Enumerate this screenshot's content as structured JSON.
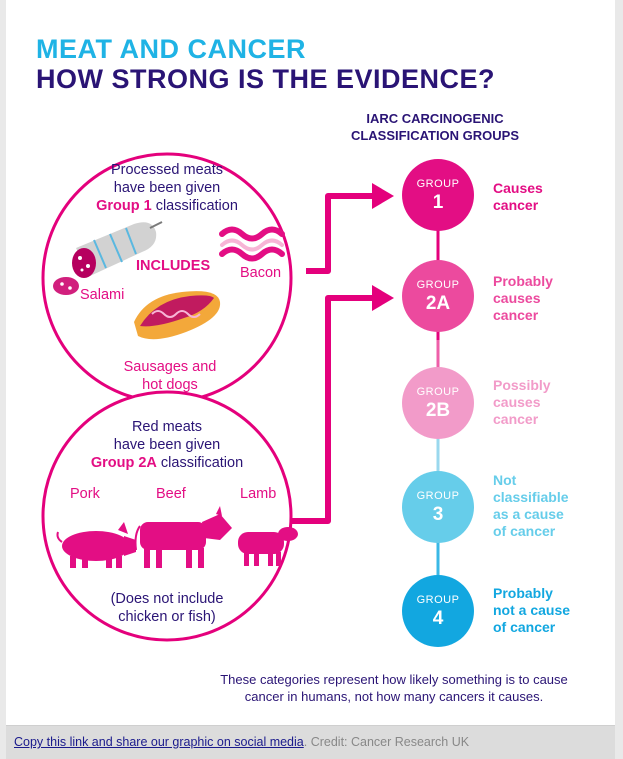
{
  "title": {
    "line1": "MEAT AND CANCER",
    "line2": "HOW STRONG IS THE EVIDENCE?"
  },
  "iarc_heading": {
    "line1": "IARC CARCINOGENIC",
    "line2": "CLASSIFICATION GROUPS"
  },
  "processed": {
    "line1": "Processed meats",
    "line2": "have been given",
    "group": "Group 1",
    "suffix": " classification",
    "includes": "INCLUDES",
    "items": [
      "Bacon",
      "Salami",
      "Sausages and",
      "hot dogs"
    ]
  },
  "red": {
    "line1": "Red meats",
    "line2": "have been given",
    "group": "Group 2A",
    "suffix": " classification",
    "items": [
      "Pork",
      "Beef",
      "Lamb"
    ],
    "note1": "(Does not include",
    "note2": "chicken or fish)"
  },
  "groups": [
    {
      "label": "GROUP",
      "id": "1",
      "desc": [
        "Causes",
        "cancer"
      ],
      "color": "#e30e84"
    },
    {
      "label": "GROUP",
      "id": "2A",
      "desc": [
        "Probably",
        "causes",
        "cancer"
      ],
      "color": "#ec4a9e"
    },
    {
      "label": "GROUP",
      "id": "2B",
      "desc": [
        "Possibly",
        "causes",
        "cancer"
      ],
      "color": "#f29bc9"
    },
    {
      "label": "GROUP",
      "id": "3",
      "desc": [
        "Not",
        "classifiable",
        "as a cause",
        "of cancer"
      ],
      "color": "#66cdea"
    },
    {
      "label": "GROUP",
      "id": "4",
      "desc": [
        "Probably",
        "not a cause",
        "of cancer"
      ],
      "color": "#12a7e0"
    }
  ],
  "footnote": {
    "line1": "These categories represent how likely something is to cause",
    "line2": "cancer in humans, not how many cancers it causes."
  },
  "footer": {
    "link": "Copy this link and share our graphic on social media",
    "credit": ". Credit: Cancer Research UK"
  },
  "colors": {
    "cyan": "#1fb3e5",
    "navy": "#2a1475",
    "magenta": "#e30e84",
    "line": "#e4007c"
  }
}
